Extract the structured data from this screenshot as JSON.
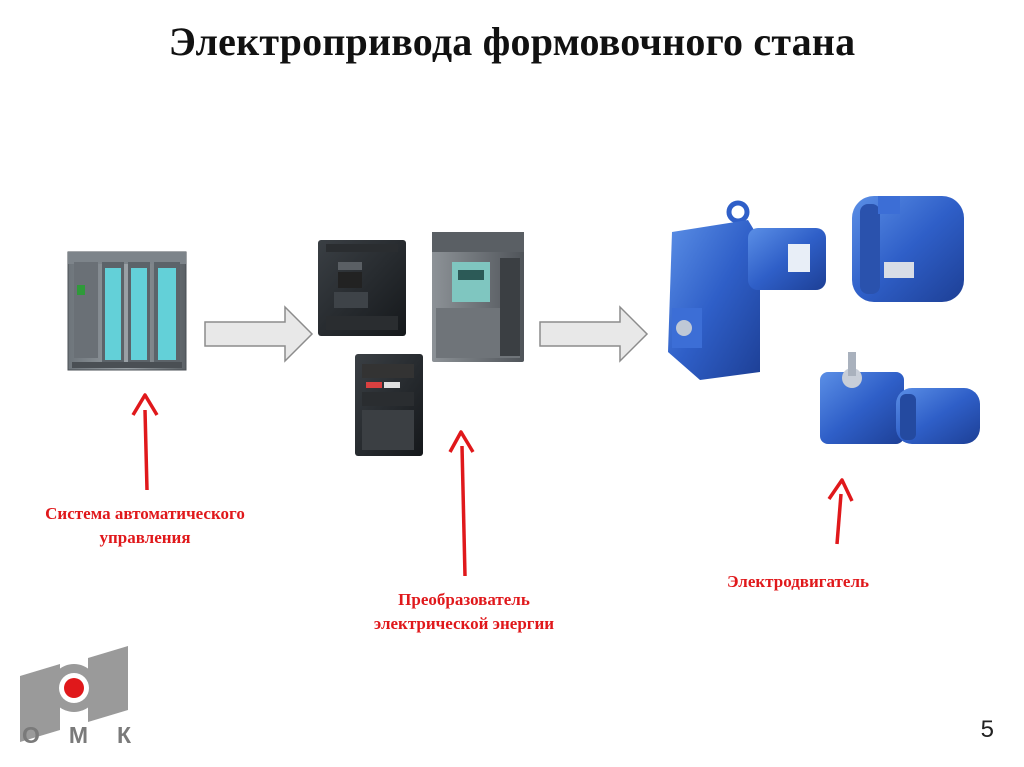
{
  "slide": {
    "title": "Электропривода формовочного стана",
    "page_number": "5"
  },
  "labels": {
    "control_system": [
      "Система автоматического",
      "управления"
    ],
    "converter": [
      "Преобразователь",
      "электрической энергии"
    ],
    "motor": "Электродвигатель"
  },
  "logo": {
    "text": "ОМК",
    "colors": {
      "gray": "#9a9a9a",
      "red": "#e0181b"
    }
  },
  "colors": {
    "arrow_red": "#e0181b",
    "motor_blue": "#2f5fc8",
    "flow_arrow_fill": "#e8e8e8",
    "flow_arrow_stroke": "#8c8c8c"
  }
}
